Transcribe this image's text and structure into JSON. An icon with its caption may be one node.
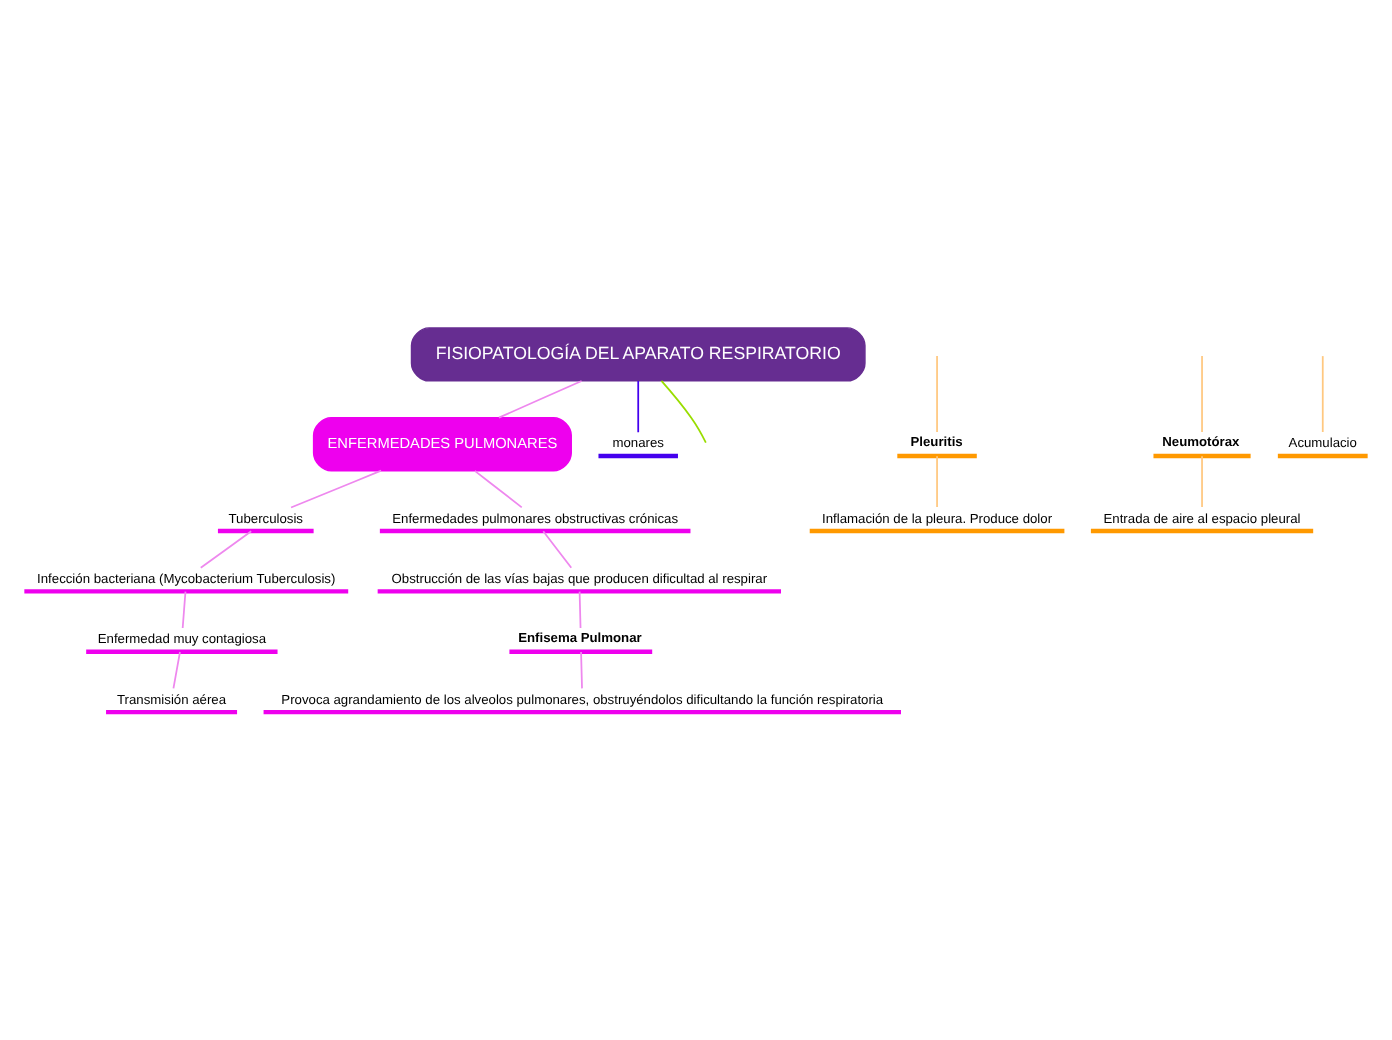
{
  "diagram": {
    "nodes": [
      {
        "text": [
          "FISIOPATOLOGÍA DEL APARATO RESPIRATORIO"
        ]
      },
      {
        "text": [
          "ENFERMEDADES PULMONARES"
        ]
      },
      {
        "text": [
          "Tuberculosis"
        ]
      },
      {
        "text": [
          "Infección bacteriana (Mycobacterium Tuberculosis)"
        ]
      },
      {
        "text": [
          "Enfermedad muy contagiosa"
        ]
      },
      {
        "text": [
          "Transmisión aérea"
        ]
      },
      {
        "text": [
          "Enfermedades pulmonares obstructivas crónicas"
        ]
      },
      {
        "text": [
          "Obstrucción de las vías bajas que producen dificultad al respirar"
        ]
      },
      {
        "text": [
          "Enfisema Pulmonar"
        ]
      },
      {
        "text": [
          "Provoca agrandamiento de los alveolos pulmonares, obstruyéndolos dificultando la función respiratoria"
        ]
      },
      {
        "text": [
          "Pleuritis"
        ]
      },
      {
        "text": [
          "Inflamación de la pleura. Produce dolor"
        ]
      },
      {
        "text": [
          "Neumotórax"
        ]
      },
      {
        "text": [
          "Entrada de aire al espacio pleural"
        ]
      },
      {
        "text": [
          "Acumulacio"
        ]
      },
      {
        "text": [
          "monares"
        ]
      }
    ],
    "edges": [
      {
        "from": 0,
        "to": 1,
        "arrow": "none"
      },
      {
        "from": 1,
        "to": 2,
        "arrow": "none"
      },
      {
        "from": 2,
        "to": 3,
        "arrow": "none"
      },
      {
        "from": 3,
        "to": 4,
        "arrow": "none"
      },
      {
        "from": 4,
        "to": 5,
        "arrow": "none"
      },
      {
        "from": 1,
        "to": 6,
        "arrow": "none"
      },
      {
        "from": 6,
        "to": 7,
        "arrow": "none"
      },
      {
        "from": 7,
        "to": 8,
        "arrow": "none"
      },
      {
        "from": 8,
        "to": 9,
        "arrow": "none"
      },
      {
        "from": 0,
        "to": null,
        "arrow": "none",
        "color": "#99dd00"
      },
      {
        "from": null,
        "to": 10,
        "arrow": "none",
        "color": "#ffc880"
      },
      {
        "from": null,
        "to": 12,
        "arrow": "none",
        "color": "#ffc880"
      },
      {
        "from": 10,
        "to": 11,
        "arrow": "none",
        "color": "#ffc880"
      },
      {
        "from": 12,
        "to": 13,
        "arrow": "none",
        "color": "#ffc880"
      },
      {
        "from": null,
        "to": 14,
        "arrow": "none",
        "color": "#ffc880"
      },
      {
        "from": 0,
        "to": 15,
        "arrow": "none",
        "color": "#4400ee"
      }
    ]
  }
}
